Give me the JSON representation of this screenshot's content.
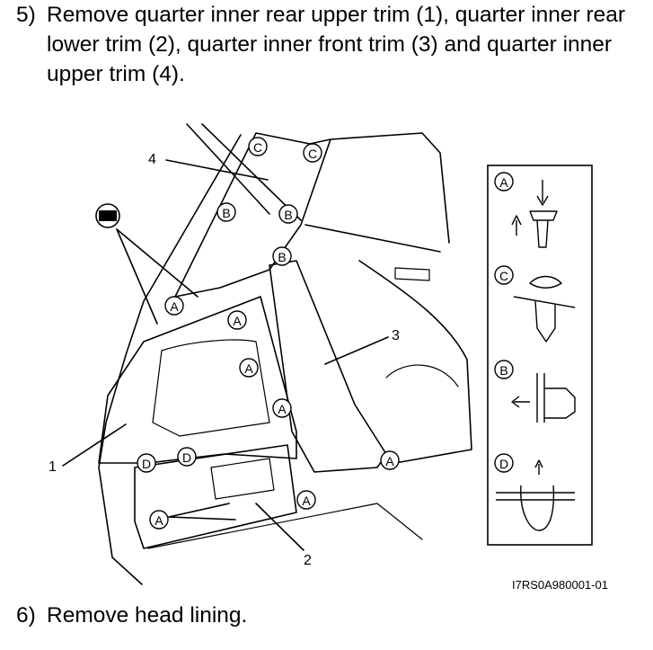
{
  "steps": [
    {
      "number": "5)",
      "text": "Remove quarter inner rear upper trim (1), quarter inner rear lower trim (2), quarter inner front trim (3) and quarter inner upper trim (4)."
    },
    {
      "number": "6)",
      "text": "Remove head lining."
    }
  ],
  "figure": {
    "code": "I7RS0A980001-01",
    "callouts": {
      "c1": "1",
      "c2": "2",
      "c3": "3",
      "c4": "4"
    },
    "clip_letters": {
      "a": "A",
      "b": "B",
      "c": "C",
      "d": "D"
    }
  }
}
